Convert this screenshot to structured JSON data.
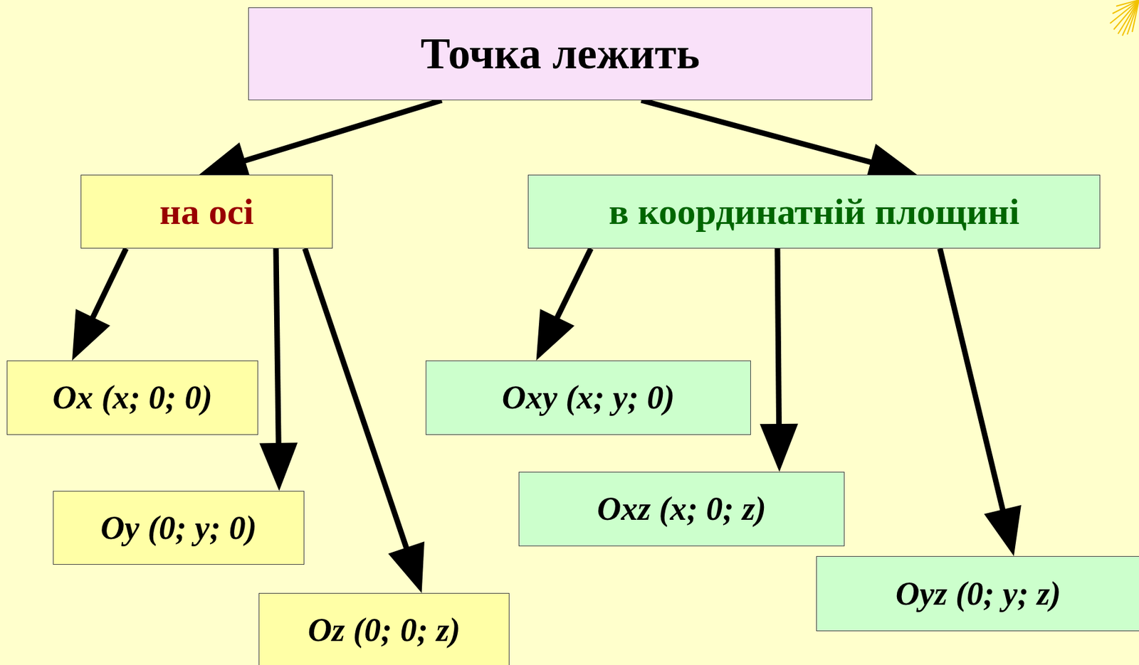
{
  "diagram": {
    "nodes": [
      {
        "text": [
          "Точка лежить"
        ]
      },
      {
        "text": [
          "на осі"
        ]
      },
      {
        "text": [
          "в координатній площині"
        ]
      },
      {
        "text": [
          "Ox (x; 0; 0)"
        ]
      },
      {
        "text": [
          "Oy (0; y; 0)"
        ]
      },
      {
        "text": [
          "Oz (0; 0; z)"
        ]
      },
      {
        "text": [
          "Oxy (x; y; 0)"
        ]
      },
      {
        "text": [
          "Oxz (x; 0; z)"
        ]
      },
      {
        "text": [
          "Oyz (0; y; z)"
        ]
      }
    ],
    "edges": [
      {
        "from": 0,
        "to": 1,
        "arrow": "to"
      },
      {
        "from": 0,
        "to": 2,
        "arrow": "to"
      },
      {
        "from": 1,
        "to": 3,
        "arrow": "to"
      },
      {
        "from": 1,
        "to": 4,
        "arrow": "to"
      },
      {
        "from": 1,
        "to": 5,
        "arrow": "to"
      },
      {
        "from": 2,
        "to": 6,
        "arrow": "to"
      },
      {
        "from": 2,
        "to": 7,
        "arrow": "to"
      },
      {
        "from": 2,
        "to": 8,
        "arrow": "to"
      }
    ]
  }
}
